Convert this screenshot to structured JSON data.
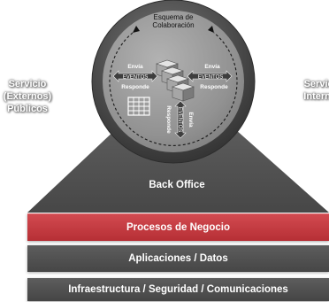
{
  "esquema": {
    "line1": "Esquema de",
    "line2": "Colaboración"
  },
  "left_service": {
    "line1": "Servicio",
    "line2": "(Externos)",
    "line3": "Públicos"
  },
  "right_service": {
    "line1": "Servicio",
    "line2": "Internos"
  },
  "arrows": {
    "left": {
      "top": "Envía",
      "middle": "EVENTOS",
      "bottom": "Responde"
    },
    "right": {
      "top": "Envía",
      "middle": "EVENTOS",
      "bottom": "Responde"
    },
    "bottom": {
      "right": "Envía",
      "middle": "EVENTOS",
      "left": "Responde"
    }
  },
  "back_office": "Back Office",
  "layers": {
    "procesos": "Procesos de Negocio",
    "aplicaciones": "Aplicaciones / Datos",
    "infraestructura": "Infraestructura / Seguridad / Comunicaciones"
  },
  "colors": {
    "accent": "#c0393f",
    "dark_gray": "#505050",
    "circle_outer": "#454545",
    "circle_inner": "#9b9b9b"
  }
}
